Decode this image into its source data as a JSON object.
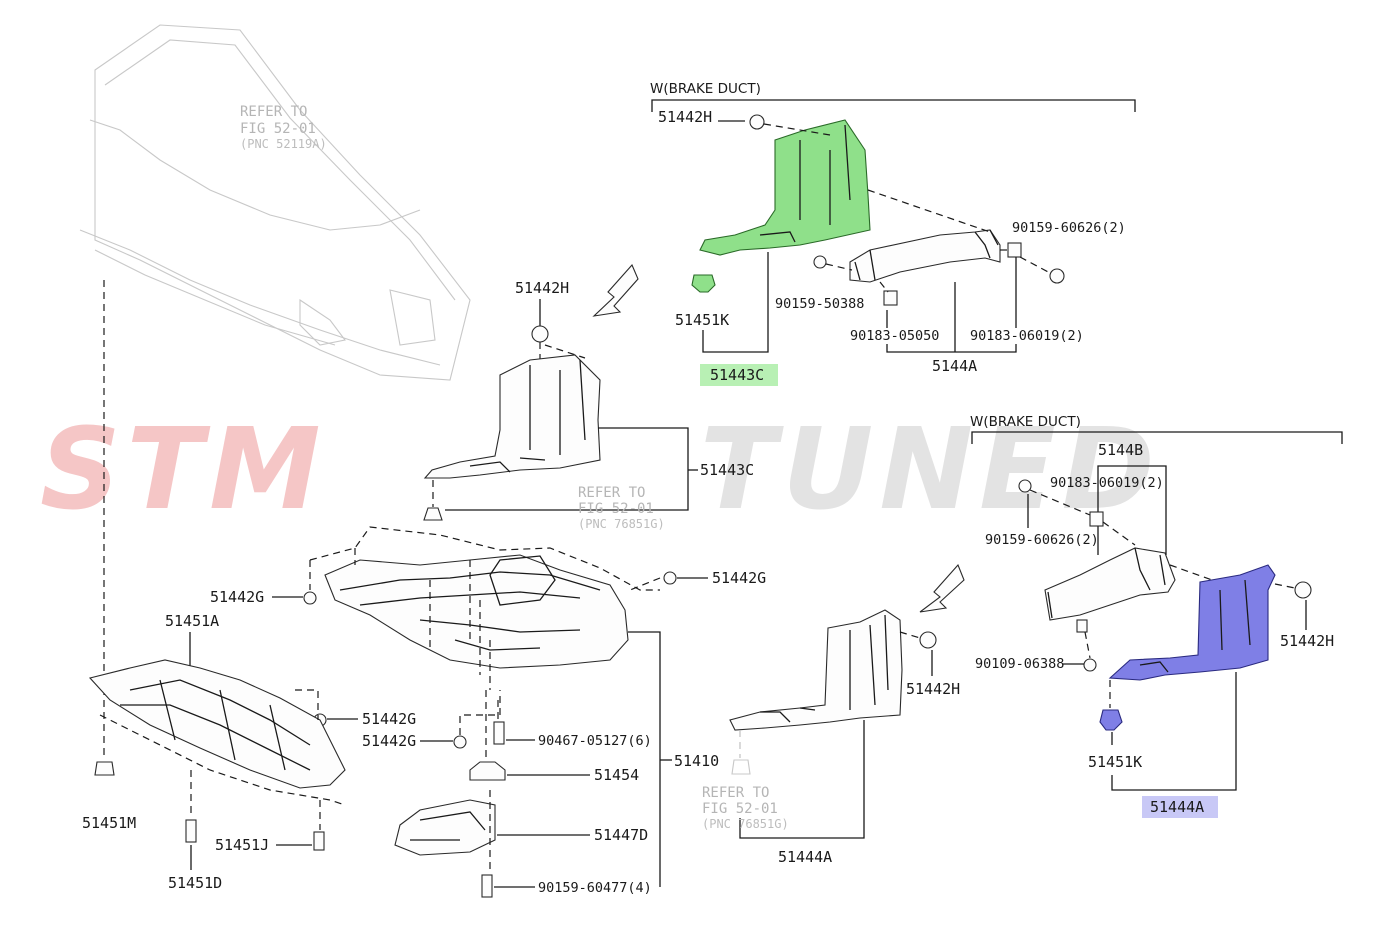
{
  "watermark": {
    "left": "STM",
    "right": "TUNED"
  },
  "headers": {
    "top": "W(BRAKE DUCT)",
    "right": "W(BRAKE DUCT)"
  },
  "references": {
    "bumper": {
      "line1": "REFER TO",
      "line2": "FIG 52-01",
      "line3": "(PNC 52119A)"
    },
    "mid": {
      "line1": "REFER TO",
      "line2": "FIG 52-01",
      "line3": "(PNC 76851G)"
    },
    "lower": {
      "line1": "REFER TO",
      "line2": "FIG 52-01",
      "line3": "(PNC 76851G)"
    }
  },
  "labels": {
    "top_51442H": "51442H",
    "top_51451K": "51451K",
    "top_51443C": "51443C",
    "top_90159_60626": "90159-60626(2)",
    "top_90159_50388": "90159-50388",
    "top_90183_05050": "90183-05050",
    "top_90183_06019": "90183-06019(2)",
    "top_5144A": "5144A",
    "mid_51442H": "51442H",
    "mid_51443C": "51443C",
    "left_51442G_a": "51442G",
    "right_51442G_a": "51442G",
    "left_51451A": "51451A",
    "left_51442G_b": "51442G",
    "left_51442G_c": "51442G",
    "left_51451M": "51451M",
    "left_51451J": "51451J",
    "left_51451D": "51451D",
    "c_90467_05127": "90467-05127(6)",
    "c_51454": "51454",
    "c_51410": "51410",
    "c_51447D": "51447D",
    "c_90159_60477": "90159-60477(4)",
    "lower_51442H": "51442H",
    "lower_51444A": "51444A",
    "r_5144B": "5144B",
    "r_90183_06019": "90183-06019(2)",
    "r_90159_60626": "90159-60626(2)",
    "r_90109_06388": "90109-06388",
    "r_51442H": "51442H",
    "r_51451K": "51451K",
    "r_51444A": "51444A"
  },
  "colors": {
    "highlight_green": "#8fe08a",
    "highlight_blue": "#7f7fe6",
    "label_green_bg": "#b8f0b4",
    "label_blue_bg": "#c8c8f6",
    "watermark_red": "#f5c6c6",
    "watermark_gray": "#e3e3e3"
  }
}
